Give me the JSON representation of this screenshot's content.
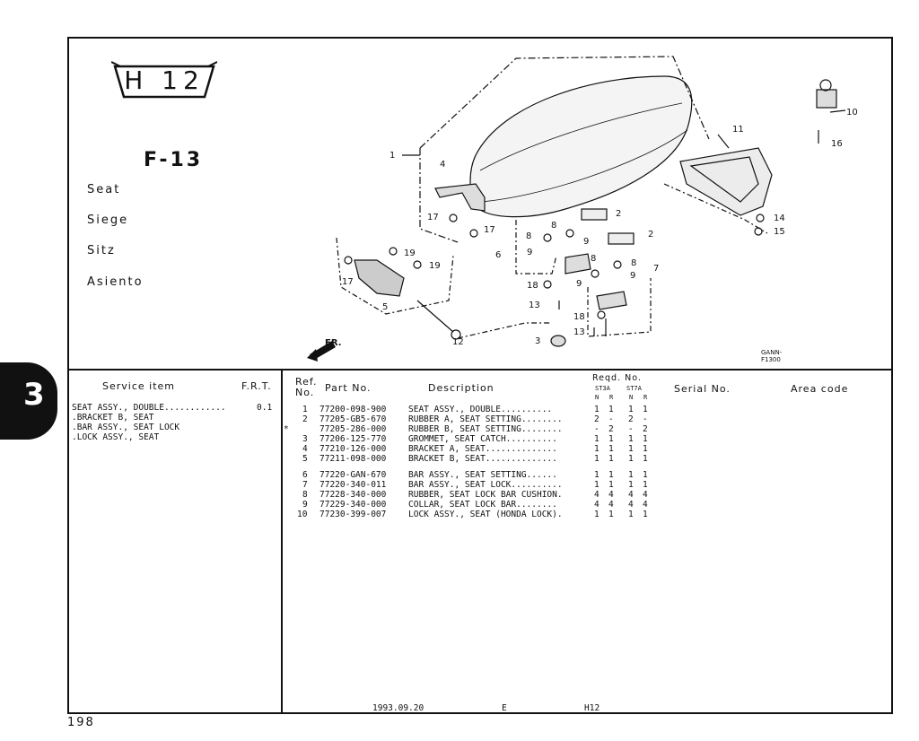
{
  "section_tab": "3",
  "badge": "H 12",
  "figure_code": "F-13",
  "titles": [
    "Seat",
    "Siege",
    "Sitz",
    "Asiento"
  ],
  "diagram": {
    "callouts": [
      "1",
      "2",
      "2",
      "3",
      "4",
      "5",
      "6",
      "7",
      "8",
      "8",
      "8",
      "8",
      "9",
      "9",
      "9",
      "9",
      "10",
      "11",
      "12",
      "13",
      "13",
      "14",
      "15",
      "16",
      "17",
      "17",
      "17",
      "18",
      "18",
      "19",
      "19"
    ],
    "code": "GANN-F1300",
    "arrow_label": "FR."
  },
  "headers": {
    "service_item": "Service  item",
    "frt": "F.R.T.",
    "ref": "Ref.",
    "no": "No.",
    "part_no": "Part No.",
    "description": "Description",
    "reqd": "Reqd. No.",
    "st_a": "ST3A",
    "st_b": "ST7A",
    "n1": "N",
    "r1": "R",
    "n2": "N",
    "r2": "R",
    "serial": "Serial No.",
    "area": "Area code"
  },
  "service_items": [
    {
      "item": "SEAT ASSY., DOUBLE............",
      "frt": "0.1"
    },
    {
      "item": ".BRACKET B, SEAT",
      "frt": ""
    },
    {
      "item": ".BAR ASSY., SEAT LOCK",
      "frt": ""
    },
    {
      "item": ".LOCK ASSY., SEAT",
      "frt": ""
    }
  ],
  "parts": [
    {
      "mark": "",
      "ref": "1",
      "part": "77200-098-900",
      "desc": "SEAT ASSY., DOUBLE..........",
      "q": [
        "1",
        "1",
        "1",
        "1"
      ]
    },
    {
      "mark": "",
      "ref": "2",
      "part": "77205-GB5-670",
      "desc": "RUBBER A, SEAT SETTING........",
      "q": [
        "2",
        "-",
        "2",
        "-"
      ]
    },
    {
      "mark": "*",
      "ref": "",
      "part": "77205-286-000",
      "desc": "RUBBER B, SEAT SETTING........",
      "q": [
        "-",
        "2",
        "-",
        "2"
      ]
    },
    {
      "mark": "",
      "ref": "3",
      "part": "77206-125-770",
      "desc": "GROMMET, SEAT CATCH..........",
      "q": [
        "1",
        "1",
        "1",
        "1"
      ]
    },
    {
      "mark": "",
      "ref": "4",
      "part": "77210-126-000",
      "desc": "BRACKET A, SEAT..............",
      "q": [
        "1",
        "1",
        "1",
        "1"
      ]
    },
    {
      "mark": "",
      "ref": "5",
      "part": "77211-098-000",
      "desc": "BRACKET B, SEAT..............",
      "q": [
        "1",
        "1",
        "1",
        "1"
      ]
    },
    {
      "mark": "",
      "ref": "6",
      "part": "77220-GAN-670",
      "desc": "BAR ASSY., SEAT SETTING......",
      "q": [
        "1",
        "1",
        "1",
        "1"
      ]
    },
    {
      "mark": "",
      "ref": "7",
      "part": "77220-340-011",
      "desc": "BAR ASSY., SEAT LOCK..........",
      "q": [
        "1",
        "1",
        "1",
        "1"
      ]
    },
    {
      "mark": "",
      "ref": "8",
      "part": "77228-340-000",
      "desc": "RUBBER, SEAT LOCK BAR CUSHION.",
      "q": [
        "4",
        "4",
        "4",
        "4"
      ]
    },
    {
      "mark": "",
      "ref": "9",
      "part": "77229-340-000",
      "desc": "COLLAR, SEAT LOCK BAR........",
      "q": [
        "4",
        "4",
        "4",
        "4"
      ]
    },
    {
      "mark": "",
      "ref": "10",
      "part": "77230-399-007",
      "desc": "LOCK ASSY., SEAT (HONDA LOCK).",
      "q": [
        "1",
        "1",
        "1",
        "1"
      ]
    }
  ],
  "footer": {
    "date": "1993.09.20",
    "edition": "E",
    "page_code": "H12"
  },
  "page_number": "198"
}
